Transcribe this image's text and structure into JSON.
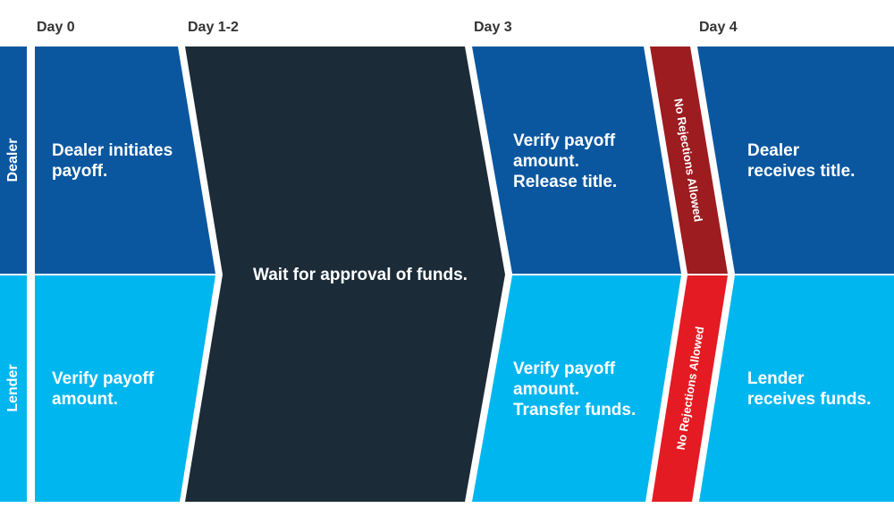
{
  "colors": {
    "dealer": "#0a57a0",
    "lender": "#00b6ef",
    "wait": "#1b2b38",
    "banner_top": "#9c1c20",
    "banner_bottom": "#e41b23",
    "day_text": "#333333",
    "gap": "#ffffff"
  },
  "days": [
    "Day 0",
    "Day 1-2",
    "Day 3",
    "Day 4"
  ],
  "lanes": {
    "dealer": "Dealer",
    "lender": "Lender"
  },
  "cells": {
    "dealer_day0": "Dealer initiates\npayoff.",
    "lender_day0": "Verify payoff\namount.",
    "wait": "Wait for approval of funds.",
    "dealer_day3": "Verify payoff\namount.\nRelease title.",
    "lender_day3": "Verify payoff\namount.\nTransfer funds.",
    "dealer_day4": "Dealer\nreceives title.",
    "lender_day4": "Lender\nreceives funds."
  },
  "banners": {
    "top": "No Rejections Allowed",
    "bottom": "No Rejections Allowed"
  }
}
